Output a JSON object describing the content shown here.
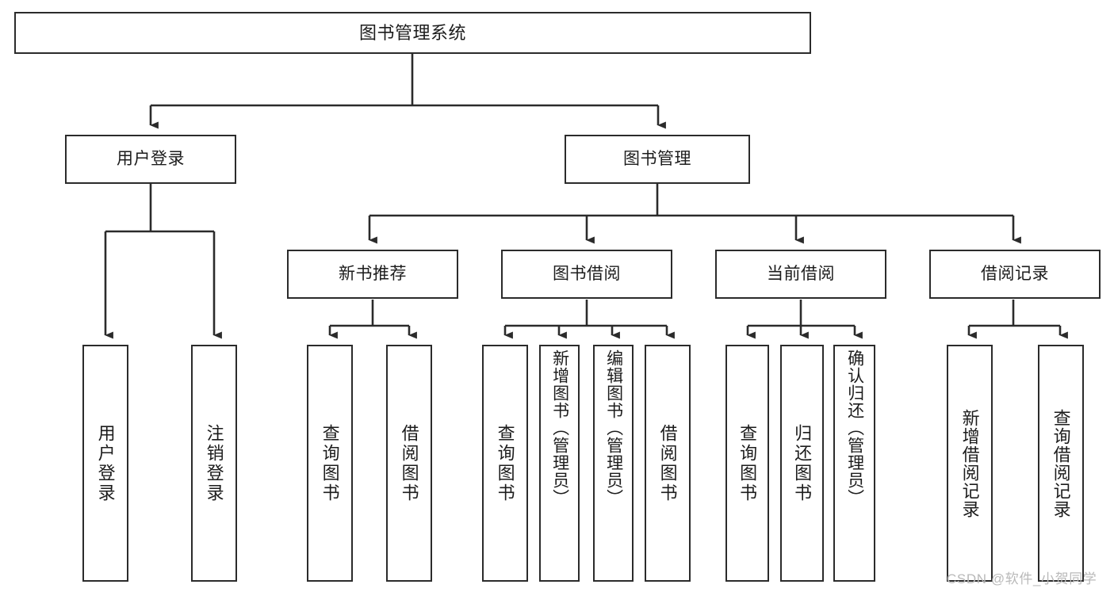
{
  "diagram": {
    "title": "图书管理系统",
    "type": "tree-hierarchy-diagram",
    "colors": {
      "box_border": "#2b2b2b",
      "box_fill": "#ffffff",
      "connector": "#2b2b2b",
      "text": "#1c1c1c",
      "watermark": "#b9b9b9",
      "background": "#ffffff"
    },
    "root": {
      "label": "图书管理系统"
    },
    "level2": [
      {
        "id": "user-login",
        "label": "用户登录"
      },
      {
        "id": "book-management",
        "label": "图书管理"
      }
    ],
    "level3": [
      {
        "id": "new-book-recommend",
        "label": "新书推荐"
      },
      {
        "id": "book-borrow",
        "label": "图书借阅"
      },
      {
        "id": "current-borrow",
        "label": "当前借阅"
      },
      {
        "id": "borrow-record",
        "label": "借阅记录"
      }
    ],
    "leaves": {
      "user_login": [
        {
          "id": "leaf-user-login",
          "label": "用户登录"
        },
        {
          "id": "leaf-logout",
          "label": "注销登录"
        }
      ],
      "new_book_recommend": [
        {
          "id": "leaf-query-book-1",
          "label": "查询图书"
        },
        {
          "id": "leaf-borrow-book-1",
          "label": "借阅图书"
        }
      ],
      "book_borrow": [
        {
          "id": "leaf-query-book-2",
          "label": "查询图书"
        },
        {
          "id": "leaf-add-book",
          "label": "新增图书（管理员）"
        },
        {
          "id": "leaf-edit-book",
          "label": "编辑图书（管理员）"
        },
        {
          "id": "leaf-borrow-book-2",
          "label": "借阅图书"
        }
      ],
      "current_borrow": [
        {
          "id": "leaf-query-book-3",
          "label": "查询图书"
        },
        {
          "id": "leaf-return-book",
          "label": "归还图书"
        },
        {
          "id": "leaf-confirm-return",
          "label": "确认归还（管理员）"
        }
      ],
      "borrow_record": [
        {
          "id": "leaf-add-record",
          "label": "新增借阅记录"
        },
        {
          "id": "leaf-query-record",
          "label": "查询借阅记录"
        }
      ]
    }
  },
  "watermark": {
    "text": "CSDN @软件_小贺同学"
  }
}
